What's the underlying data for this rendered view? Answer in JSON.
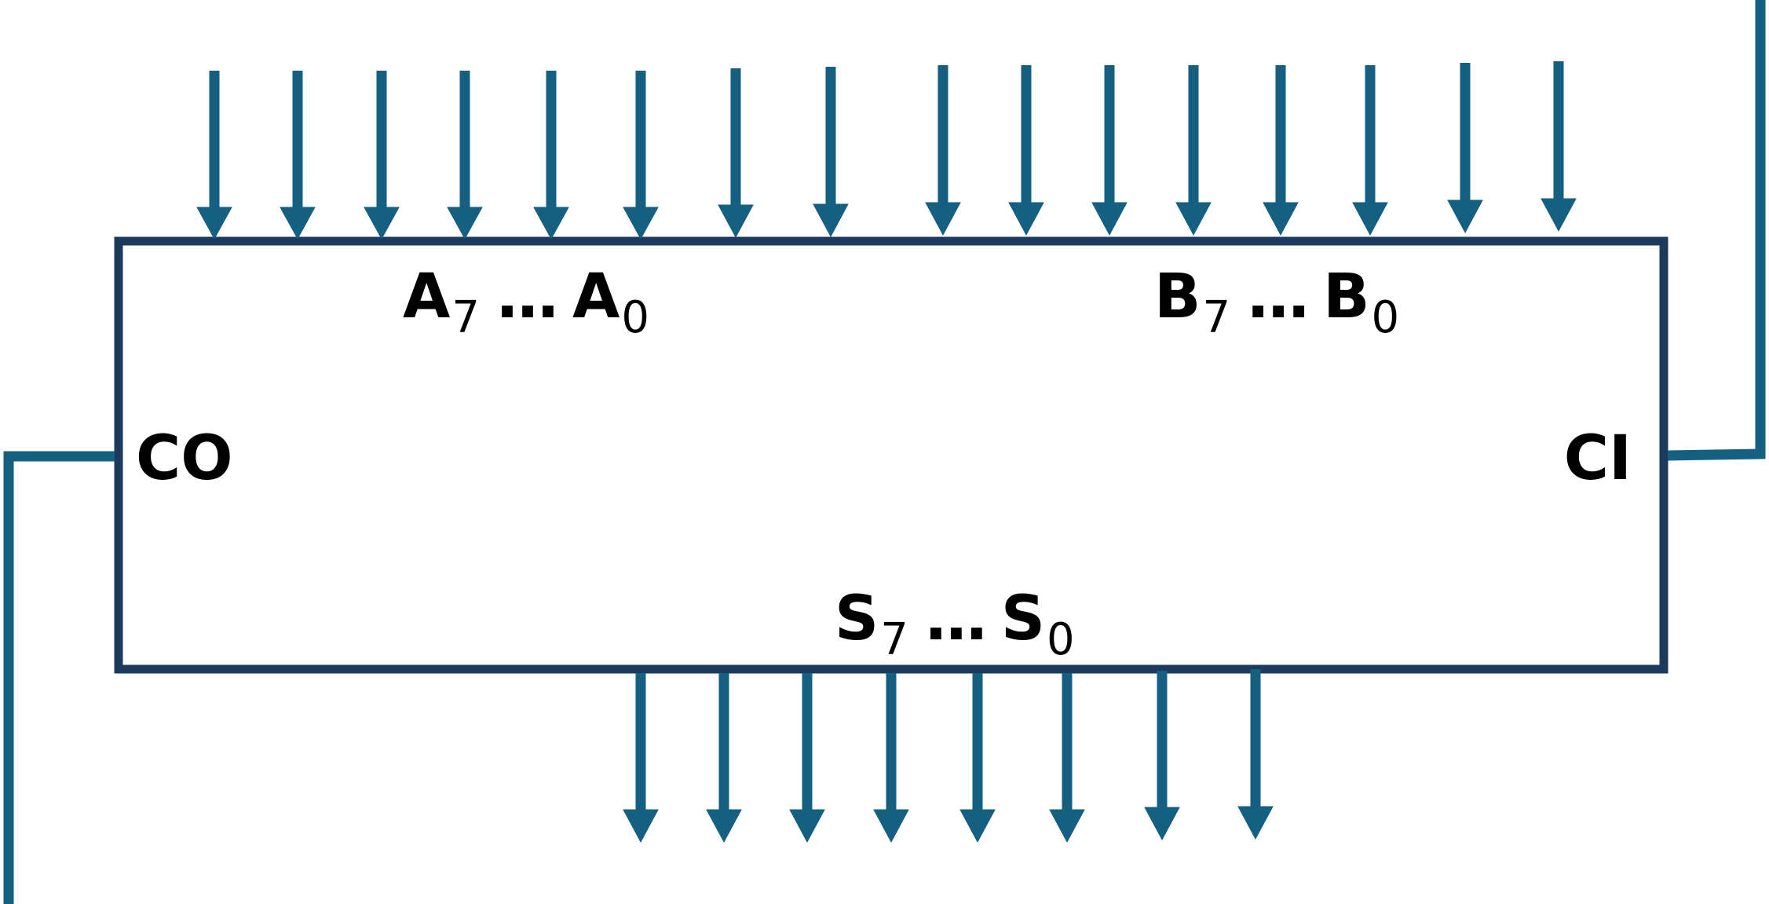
{
  "colors": {
    "box_stroke": "#1b3a5c",
    "wire": "#156082",
    "text": "#000000"
  },
  "labels": {
    "a_letter": "A",
    "a_high_index": "7",
    "a_low_index": "0",
    "b_letter": "B",
    "b_high_index": "7",
    "b_low_index": "0",
    "s_letter": "S",
    "s_high_index": "7",
    "s_low_index": "0",
    "ellipsis": "…",
    "carry_out": "CO",
    "carry_in": "CI"
  }
}
